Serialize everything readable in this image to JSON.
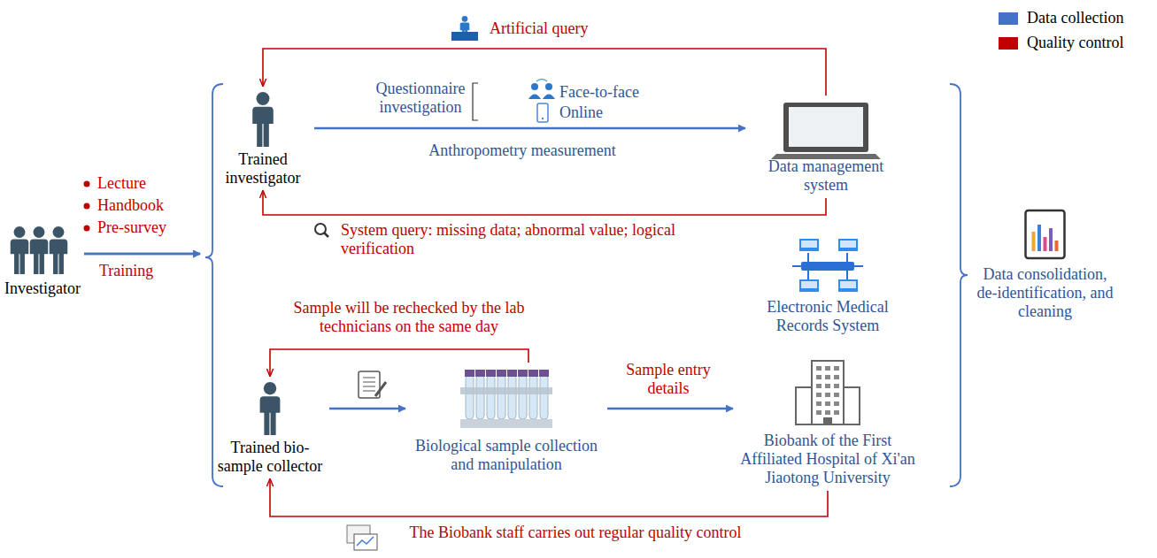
{
  "diagram": {
    "nodes": [
      {
        "text": [
          "Investigator"
        ]
      },
      {
        "text": [
          "Trained investigator"
        ]
      },
      {
        "text": [
          "Data management system"
        ]
      },
      {
        "text": [
          "Electronic Medical Records System"
        ]
      },
      {
        "text": [
          "Trained bio-sample collector"
        ]
      },
      {
        "text": [
          "Biological sample collection and manipulation"
        ]
      },
      {
        "text": [
          "Biobank of the First Affiliated Hospital of Xi'an Jiaotong University"
        ]
      },
      {
        "text": [
          "Data consolidation, de-identification, and cleaning"
        ]
      }
    ],
    "edges": [
      {
        "from": 0,
        "to": 1,
        "arrow": "to",
        "label": "Training"
      },
      {
        "from": 0,
        "to": 4,
        "arrow": "to"
      },
      {
        "from": 1,
        "to": 2,
        "arrow": "to",
        "label": "Anthropometry measurement"
      },
      {
        "from": 2,
        "to": 1,
        "arrow": "to",
        "label": "Artificial query"
      },
      {
        "from": 2,
        "to": 1,
        "arrow": "to",
        "label": "System query: missing data; abnormal value; logical verification"
      },
      {
        "from": 4,
        "to": 5,
        "arrow": "to"
      },
      {
        "from": 5,
        "to": 4,
        "arrow": "to",
        "label": "Sample will be rechecked by the lab technicians on the same day"
      },
      {
        "from": 5,
        "to": 6,
        "arrow": "to",
        "label": "Sample entry details"
      },
      {
        "from": 6,
        "to": 4,
        "arrow": "to",
        "label": "The Biobank staff carries out regular quality control"
      }
    ],
    "labels": [
      "Lecture",
      "Handbook",
      "Pre-survey",
      "Questionnaire investigation",
      "Face-to-face",
      "Online"
    ],
    "legend": [
      {
        "text": "Data collection",
        "color": "#4472C4"
      },
      {
        "text": "Quality control",
        "color": "#C00000"
      }
    ]
  }
}
